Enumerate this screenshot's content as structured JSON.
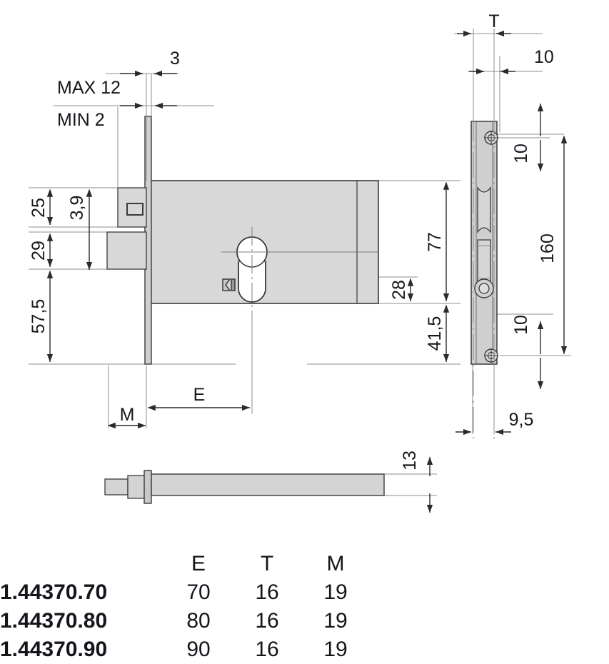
{
  "drawing": {
    "kind": "technical-dimension-drawing",
    "subject": "mortise lock body with faceplate and spindle",
    "line_color": "#3a3a3f",
    "fill_color": "#d8d8d8",
    "faceplate_fill": "#cfcfcf",
    "text_color": "#16161d"
  },
  "front_view": {
    "dimensions": {
      "top_gap": "3",
      "max_label": "MAX 12",
      "min_label": "MIN 2",
      "left_25": "25",
      "left_39": "3,9",
      "left_29": "29",
      "left_575": "57,5",
      "right_77": "77",
      "right_28": "28",
      "right_415": "41,5",
      "backset_E": "E",
      "faceplate_M": "M"
    }
  },
  "side_view": {
    "dimensions": {
      "thickness_T": "T",
      "width_10": "10",
      "top_hole_10": "10",
      "total_160": "160",
      "bottom_hole_10": "10",
      "plate_width_95": "9,5"
    }
  },
  "spindle_view": {
    "dimensions": {
      "height_13": "13"
    }
  },
  "spec_table": {
    "headers": [
      "",
      "E",
      "T",
      "M"
    ],
    "rows": [
      {
        "code": "1.44370.70",
        "E": "70",
        "T": "16",
        "M": "19"
      },
      {
        "code": "1.44370.80",
        "E": "80",
        "T": "16",
        "M": "19"
      },
      {
        "code": "1.44370.90",
        "E": "90",
        "T": "16",
        "M": "19"
      }
    ]
  }
}
